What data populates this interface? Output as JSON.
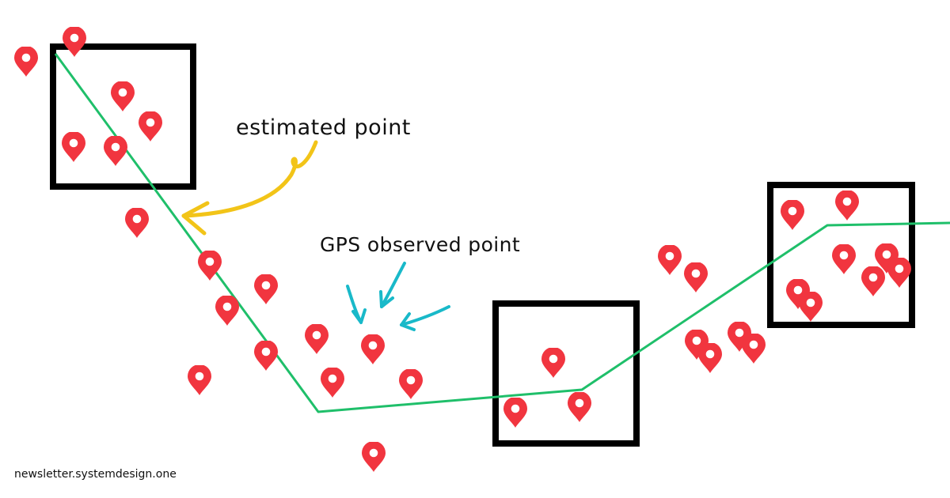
{
  "labels": {
    "estimated": "estimated point",
    "gps": "GPS observed point"
  },
  "watermark": "newsletter.systemdesign.one",
  "colors": {
    "pin": "#f1353f",
    "pin_center": "#ffffff",
    "route": "#1fbf6a",
    "box": "#000000",
    "arrow_estimated": "#f2c418",
    "arrow_gps": "#19b9c9",
    "text": "#111111"
  },
  "icons": {
    "pin": "map-pin-icon"
  }
}
